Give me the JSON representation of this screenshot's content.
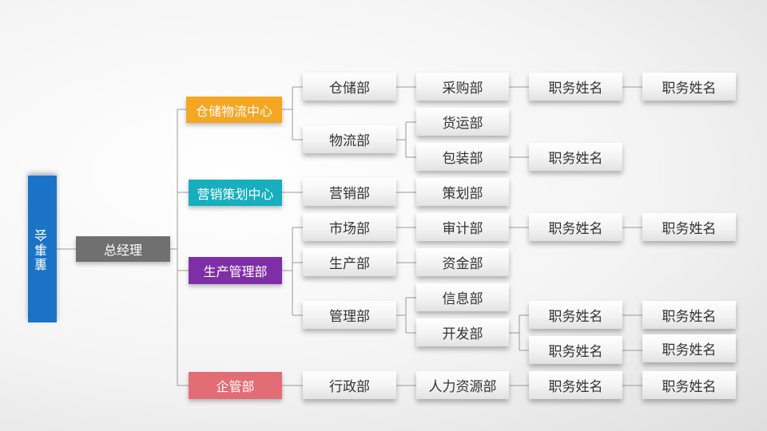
{
  "board": {
    "label": "董事会",
    "color": "#1b73c7"
  },
  "gm": {
    "label": "总经理",
    "color": "#707070"
  },
  "centers": {
    "storage": {
      "label": "仓储物流中心",
      "color": "#f5a623"
    },
    "marketing": {
      "label": "营销策划中心",
      "color": "#17aebe"
    },
    "production": {
      "label": "生产管理部",
      "color": "#7e2fa8"
    },
    "enterprise": {
      "label": "企管部",
      "color": "#e36d74"
    }
  },
  "depts": {
    "warehouse": "仓储部",
    "logistics": "物流部",
    "sales": "营销部",
    "market": "市场部",
    "produce": "生产部",
    "management": "管理部",
    "admin": "行政部"
  },
  "subdepts": {
    "purchasing": "采购部",
    "freight": "货运部",
    "packaging": "包装部",
    "planning": "策划部",
    "audit": "审计部",
    "funds": "资金部",
    "info": "信息部",
    "dev": "开发部",
    "hr": "人力资源部"
  },
  "roles": {
    "r1": "职务姓名",
    "r2": "职务姓名",
    "r3": "职务姓名",
    "r4": "职务姓名",
    "r5": "职务姓名",
    "r6": "职务姓名",
    "r7": "职务姓名",
    "r8": "职务姓名",
    "r9": "职务姓名",
    "r10": "职务姓名",
    "r11": "职务姓名"
  }
}
